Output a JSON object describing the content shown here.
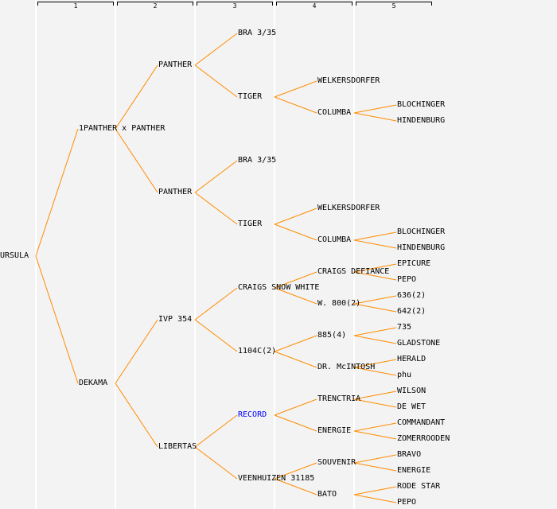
{
  "headers": [
    "1",
    "2",
    "3",
    "4",
    "5"
  ],
  "colors": {
    "line": "#ff8c00",
    "highlight": "#0000ff",
    "text": "#000000"
  },
  "tree": {
    "name": "URSULA",
    "children": [
      {
        "name": "1PANTHER x PANTHER",
        "children": [
          {
            "name": "PANTHER",
            "children": [
              {
                "name": "BRA 3/35"
              },
              {
                "name": "TIGER",
                "children": [
                  {
                    "name": "WELKERSDORFER"
                  },
                  {
                    "name": "COLUMBA",
                    "children": [
                      {
                        "name": "BLOCHINGER"
                      },
                      {
                        "name": "HINDENBURG"
                      }
                    ]
                  }
                ]
              }
            ]
          },
          {
            "name": "PANTHER",
            "children": [
              {
                "name": "BRA 3/35"
              },
              {
                "name": "TIGER",
                "children": [
                  {
                    "name": "WELKERSDORFER"
                  },
                  {
                    "name": "COLUMBA",
                    "children": [
                      {
                        "name": "BLOCHINGER"
                      },
                      {
                        "name": "HINDENBURG"
                      }
                    ]
                  }
                ]
              }
            ]
          }
        ]
      },
      {
        "name": "DEKAMA",
        "children": [
          {
            "name": "IVP 354",
            "children": [
              {
                "name": "CRAIGS SNOW WHITE",
                "children": [
                  {
                    "name": "CRAIGS DEFIANCE",
                    "children": [
                      {
                        "name": "EPICURE"
                      },
                      {
                        "name": "PEPO"
                      }
                    ]
                  },
                  {
                    "name": "W. 800(2)",
                    "children": [
                      {
                        "name": "636(2)"
                      },
                      {
                        "name": "642(2)"
                      }
                    ]
                  }
                ]
              },
              {
                "name": "1104C(2)",
                "children": [
                  {
                    "name": "885(4)",
                    "children": [
                      {
                        "name": "735"
                      },
                      {
                        "name": "GLADSTONE"
                      }
                    ]
                  },
                  {
                    "name": "DR. McINTOSH",
                    "children": [
                      {
                        "name": "HERALD"
                      },
                      {
                        "name": "phu"
                      }
                    ]
                  }
                ]
              }
            ]
          },
          {
            "name": "LIBERTAS",
            "children": [
              {
                "name": "RECORD",
                "highlight": true,
                "children": [
                  {
                    "name": "TRENCTRIA",
                    "children": [
                      {
                        "name": "WILSON"
                      },
                      {
                        "name": "DE WET"
                      }
                    ]
                  },
                  {
                    "name": "ENERGIE",
                    "children": [
                      {
                        "name": "COMMANDANT"
                      },
                      {
                        "name": "ZOMERROODEN"
                      }
                    ]
                  }
                ]
              },
              {
                "name": "VEENHUIZEN 31185",
                "children": [
                  {
                    "name": "SOUVENIR",
                    "children": [
                      {
                        "name": "BRAVO"
                      },
                      {
                        "name": "ENERGIE"
                      }
                    ]
                  },
                  {
                    "name": "BATO",
                    "children": [
                      {
                        "name": "RODE STAR"
                      },
                      {
                        "name": "PEPO"
                      }
                    ]
                  }
                ]
              }
            ]
          }
        ]
      }
    ]
  }
}
